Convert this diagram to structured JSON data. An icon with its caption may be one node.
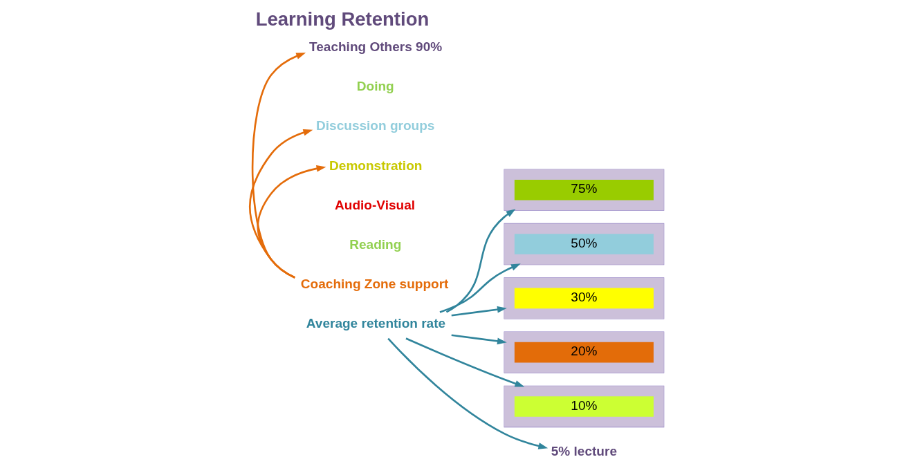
{
  "diagram": {
    "title": "Learning Retention",
    "nodes": [
      {
        "text": [
          "Average retention rate"
        ]
      },
      {
        "text": [
          "Teaching Others 90%"
        ]
      },
      {
        "text": [
          "75%"
        ]
      },
      {
        "text": [
          "Doing"
        ]
      },
      {
        "text": [
          "50%"
        ]
      },
      {
        "text": [
          "Discussion groups"
        ]
      },
      {
        "text": [
          "30%"
        ]
      },
      {
        "text": [
          "Demonstration"
        ]
      },
      {
        "text": [
          "20%"
        ]
      },
      {
        "text": [
          "Audio-Visual"
        ]
      },
      {
        "text": [
          "10%"
        ]
      },
      {
        "text": [
          "Reading"
        ]
      },
      {
        "text": [
          "5% lecture"
        ]
      },
      {
        "text": [
          "Coaching Zone support"
        ]
      }
    ],
    "edges": [
      {
        "from": 0,
        "to": 2,
        "arrow": "to"
      },
      {
        "from": 0,
        "to": 4,
        "arrow": "to"
      },
      {
        "from": 0,
        "to": 6,
        "arrow": "to"
      },
      {
        "from": 0,
        "to": 8,
        "arrow": "to"
      },
      {
        "from": 0,
        "to": 10,
        "arrow": "to"
      },
      {
        "from": 0,
        "to": 12,
        "arrow": "to"
      },
      {
        "from": 13,
        "to": 1,
        "arrow": "to",
        "color": "#e46c0a"
      },
      {
        "from": 13,
        "to": 5,
        "arrow": "to",
        "color": "#e46c0a"
      },
      {
        "from": 13,
        "to": 7,
        "arrow": "to",
        "color": "#e46c0a"
      }
    ]
  }
}
